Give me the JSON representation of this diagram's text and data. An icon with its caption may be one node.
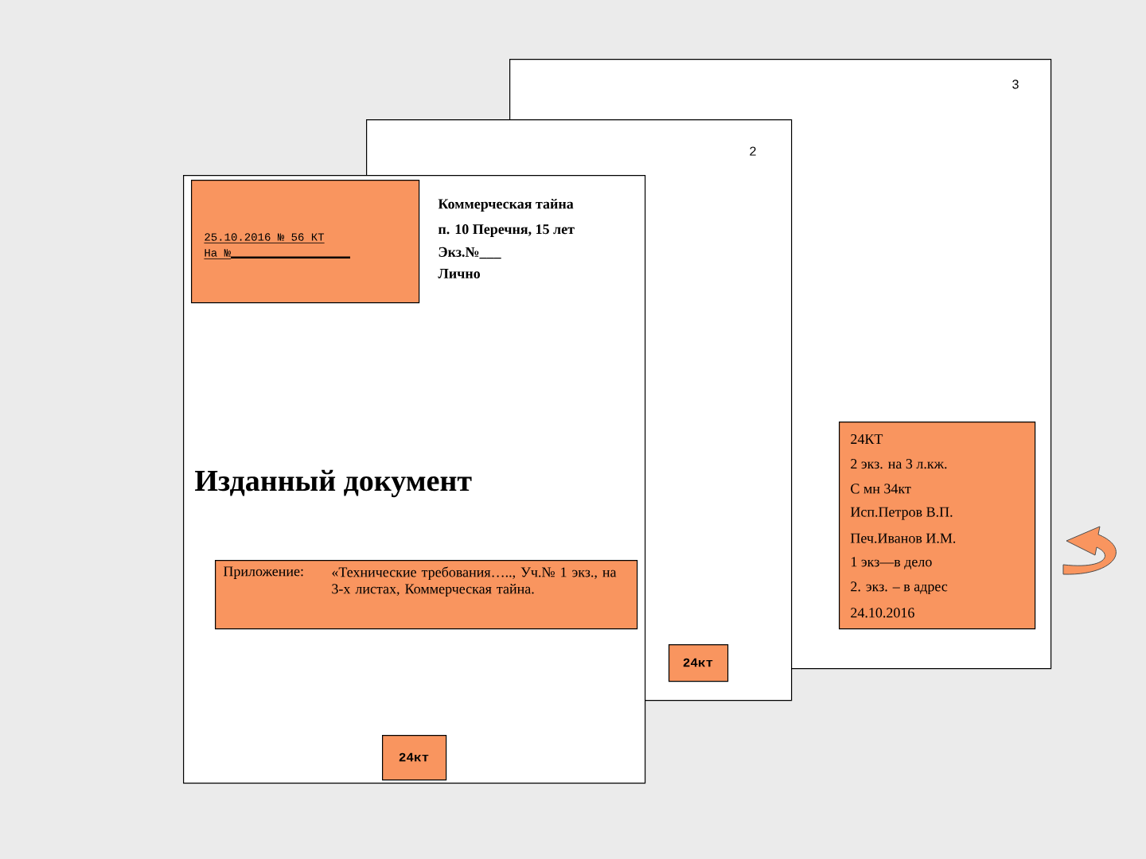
{
  "diagram": {
    "nodes": [
      {
        "text": [
          "3"
        ]
      },
      {
        "text": [
          "2"
        ]
      },
      {
        "text": [
          "Изданный документ"
        ]
      },
      {
        "text": [
          "25.10.2016 № 56 КТ",
          "На №"
        ],
        "in": 2
      },
      {
        "text": [
          "Приложение:",
          "«Технические требования….., Уч.№ 1 экз., на 3-х листах, Коммерческая тайна."
        ],
        "in": 2
      },
      {
        "text": [
          "24кт"
        ],
        "in": 2
      },
      {
        "text": [
          "24кт"
        ],
        "in": 1
      },
      {
        "text": [
          "24КТ",
          "2 экз. на 3 л.кж.",
          "С мн 34кт",
          "Исп.Петров В.П.",
          "Печ.Иванов И.М.",
          "1 экз—в дело",
          "2. экз. – в адрес",
          "24.10.2016"
        ],
        "in": 0
      }
    ],
    "labels": [
      "Коммерческая тайна",
      "п. 10 Перечня, 15 лет",
      "Экз.№___",
      "Лично"
    ]
  }
}
